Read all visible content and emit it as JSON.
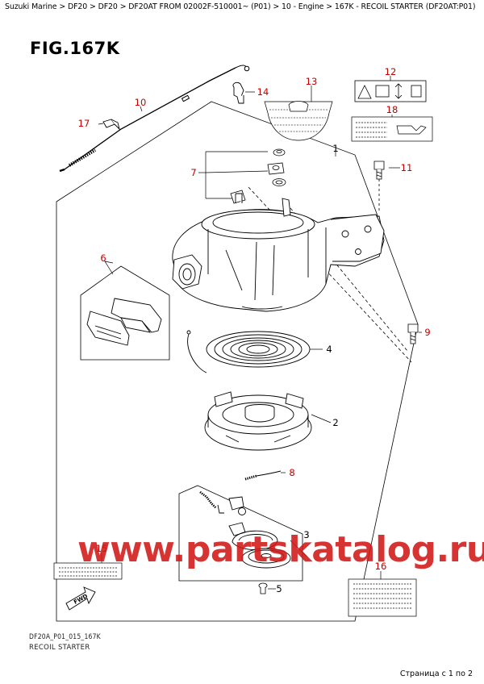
{
  "breadcrumb": "Suzuki Marine > DF20 > DF20 > DF20AT FROM 02002F-510001~ (P01) > 10 - Engine > 167K - RECOIL STARTER (DF20AT:P01)",
  "figure_title": "FIG.167K",
  "drawing_code": "DF20A_P01_015_167K",
  "drawing_caption": "RECOIL STARTER",
  "watermark": "www.partskatalog.ru",
  "page_info": "Страница с 1 по 2",
  "fwd_label": "FWD",
  "callouts": {
    "c1": "1",
    "c2": "2",
    "c3": "3",
    "c4": "4",
    "c5": "5",
    "c6": "6",
    "c7": "7",
    "c8": "8",
    "c9": "9",
    "c10": "10",
    "c11": "11",
    "c12": "12",
    "c13": "13",
    "c14": "14",
    "c15": "15",
    "c16": "16",
    "c17": "17",
    "c18": "18"
  },
  "colors": {
    "callout_red": "#c40000",
    "watermark": "#d11818",
    "line": "#000000"
  }
}
